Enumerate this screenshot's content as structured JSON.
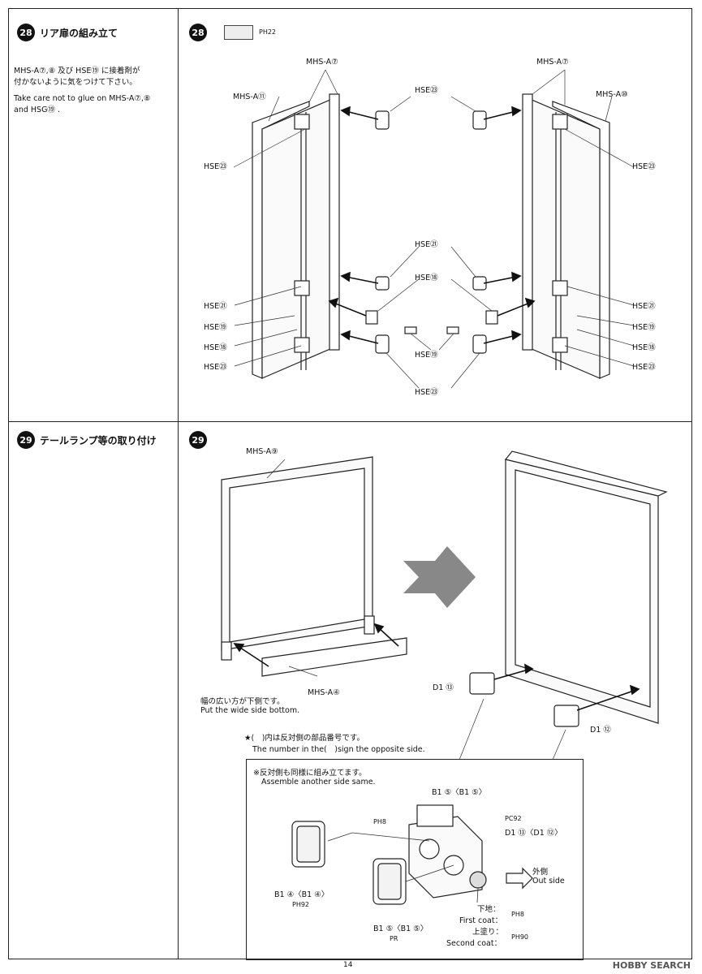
{
  "step28": {
    "number": "28",
    "title": "リア扉の組み立て",
    "note_jp_1": "MHS-A⑦,⑧ 及び HSE⑲ に接着剤が",
    "note_jp_2": "付かないように気をつけて下さい。",
    "note_en_1": "Take care not to glue on MHS-A⑦,⑧",
    "note_en_2": "and HSG⑲ .",
    "ref_page": "PH22",
    "labels": {
      "mhs_a7_left": "MHS-A⑦",
      "mhs_a7_right": "MHS-A⑦",
      "mhs_a11": "MHS-A⑪",
      "mhs_a10": "MHS-A⑩",
      "hse23_top": "HSE㉓",
      "hse23_left_upper": "HSE㉓",
      "hse23_right_upper": "HSE㉓",
      "hse21_center": "HSE㉑",
      "hse18_center": "HSE⑱",
      "hse21_left": "HSE㉑",
      "hse21_right": "HSE㉑",
      "hse19_left": "HSE⑲",
      "hse19_right": "HSE⑲",
      "hse18_left": "HSE⑱",
      "hse18_right": "HSE⑱",
      "hse23_left_lower": "HSE㉓",
      "hse23_right_lower": "HSE㉓",
      "hse19_center": "HSE⑲",
      "hse23_bottom": "HSE㉓"
    }
  },
  "step29": {
    "number": "29",
    "title": "テールランプ等の取り付け",
    "labels": {
      "mhs_a9": "MHS-A⑨",
      "mhs_a4": "MHS-A④",
      "wide_jp": "幅の広い方が下側です。",
      "wide_en": "Put the wide side bottom.",
      "d1_13": "D1 ⑬",
      "d1_12": "D1 ⑫",
      "star_jp": "★(　)内は反対側の部品番号です。",
      "star_en": "The number in the(　)sign the opposite side."
    },
    "detail": {
      "note_jp": "※反対側も同様に組み立てます。",
      "note_en": "Assemble another side same.",
      "b1_5": "B1 ⑤〈B1 ⑤〉",
      "ph8": "PH8",
      "pc92": "PC92",
      "d1_13_12": "D1 ⑬〈D1 ⑫〉",
      "outside_jp": "外側",
      "outside_en": "Out side",
      "b1_4": "B1 ④〈B1 ④〉",
      "ph92": "PH92",
      "first_coat_jp": "下地：",
      "first_coat_en": "First coat：",
      "first_coat_ref": "PH8",
      "second_coat_jp": "上塗り：",
      "second_coat_en": "Second coat：",
      "second_coat_ref": "PH90",
      "b1_5b": "B1 ⑤〈B1 ⑤〉",
      "pr": "PR"
    }
  },
  "footer": {
    "page": "14",
    "watermark": "HOBBY SEARCH"
  }
}
